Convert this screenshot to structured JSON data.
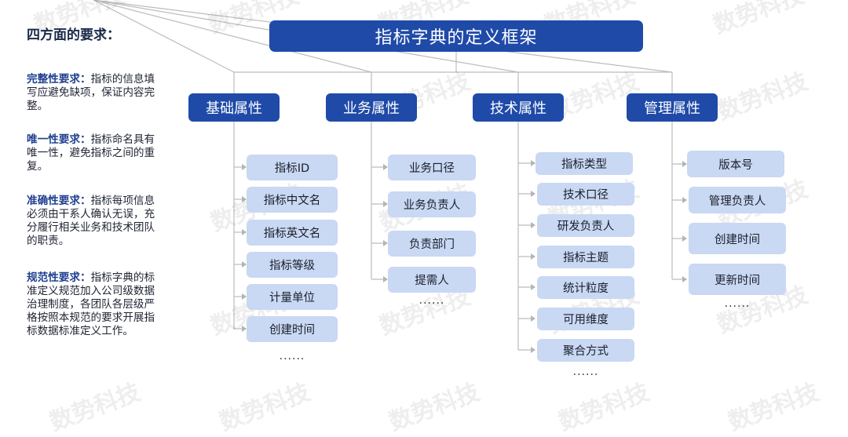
{
  "title": "指标字典的定义框架",
  "requirements": {
    "heading": "四方面的要求：",
    "items": [
      {
        "label": "完整性要求：",
        "text": "指标的信息填写应避免缺项，保证内容完整。"
      },
      {
        "label": "唯一性要求：",
        "text": "指标命名具有唯一性，避免指标之间的重复。"
      },
      {
        "label": "准确性要求：",
        "text": "指标每项信息必须由干系人确认无误，充分履行相关业务和技术团队的职责。"
      },
      {
        "label": "规范性要求：",
        "text": "指标字典的标准定义规范加入公司级数据治理制度，各团队各层级严格按照本规范的要求开展指标数据标准定义工作。"
      }
    ]
  },
  "categories": [
    {
      "name": "基础属性",
      "items": [
        "指标ID",
        "指标中文名",
        "指标英文名",
        "指标等级",
        "计量单位",
        "创建时间"
      ],
      "more": "......"
    },
    {
      "name": "业务属性",
      "items": [
        "业务口径",
        "业务负责人",
        "负责部门",
        "提需人"
      ],
      "more": "......"
    },
    {
      "name": "技术属性",
      "items": [
        "指标类型",
        "技术口径",
        "研发负责人",
        "指标主题",
        "统计粒度",
        "可用维度",
        "聚合方式"
      ],
      "more": "......"
    },
    {
      "name": "管理属性",
      "items": [
        "版本号",
        "管理负责人",
        "创建时间",
        "更新时间"
      ],
      "more": "......"
    }
  ],
  "watermark": "数势科技",
  "colors": {
    "primary": "#1f4aa8",
    "item_bg": "#c9d8f3",
    "connector": "#bcbcbc"
  }
}
